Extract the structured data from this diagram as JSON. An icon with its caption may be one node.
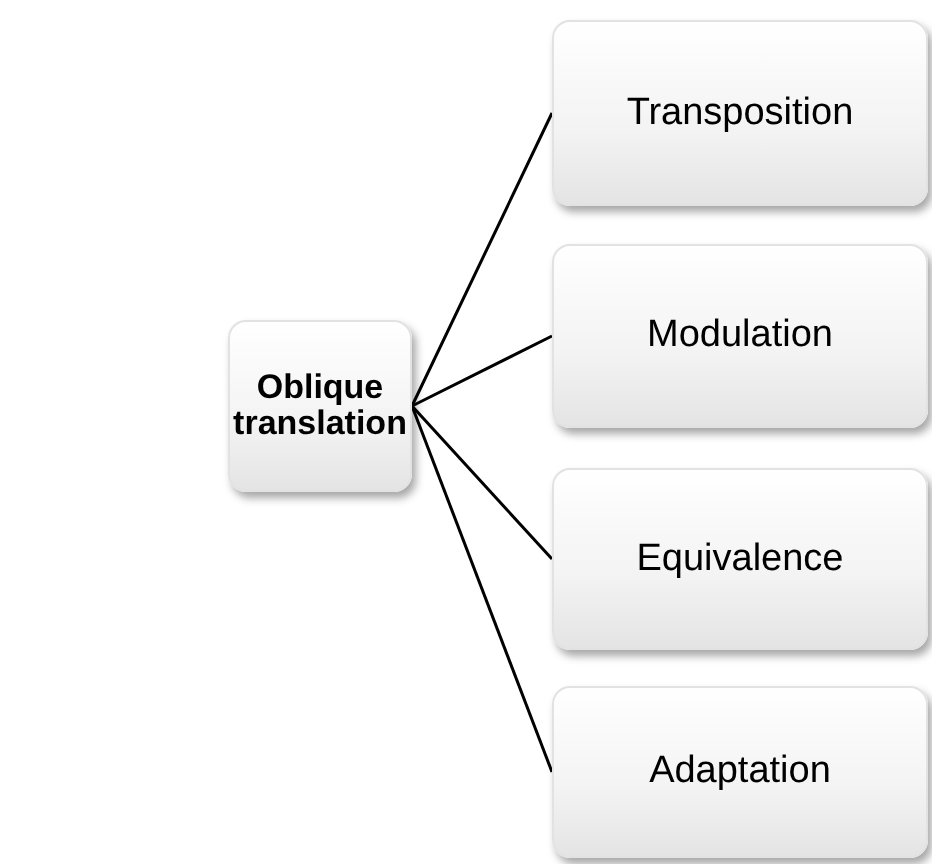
{
  "diagram": {
    "nodes": [
      {
        "text": [
          "Oblique translation"
        ]
      },
      {
        "text": [
          "Transposition"
        ]
      },
      {
        "text": [
          "Modulation"
        ]
      },
      {
        "text": [
          "Equivalence"
        ]
      },
      {
        "text": [
          "Adaptation"
        ]
      }
    ],
    "edges": [
      {
        "from": 0,
        "to": 1,
        "arrow": "none"
      },
      {
        "from": 0,
        "to": 2,
        "arrow": "none"
      },
      {
        "from": 0,
        "to": 3,
        "arrow": "none"
      },
      {
        "from": 0,
        "to": 4,
        "arrow": "none"
      }
    ]
  }
}
